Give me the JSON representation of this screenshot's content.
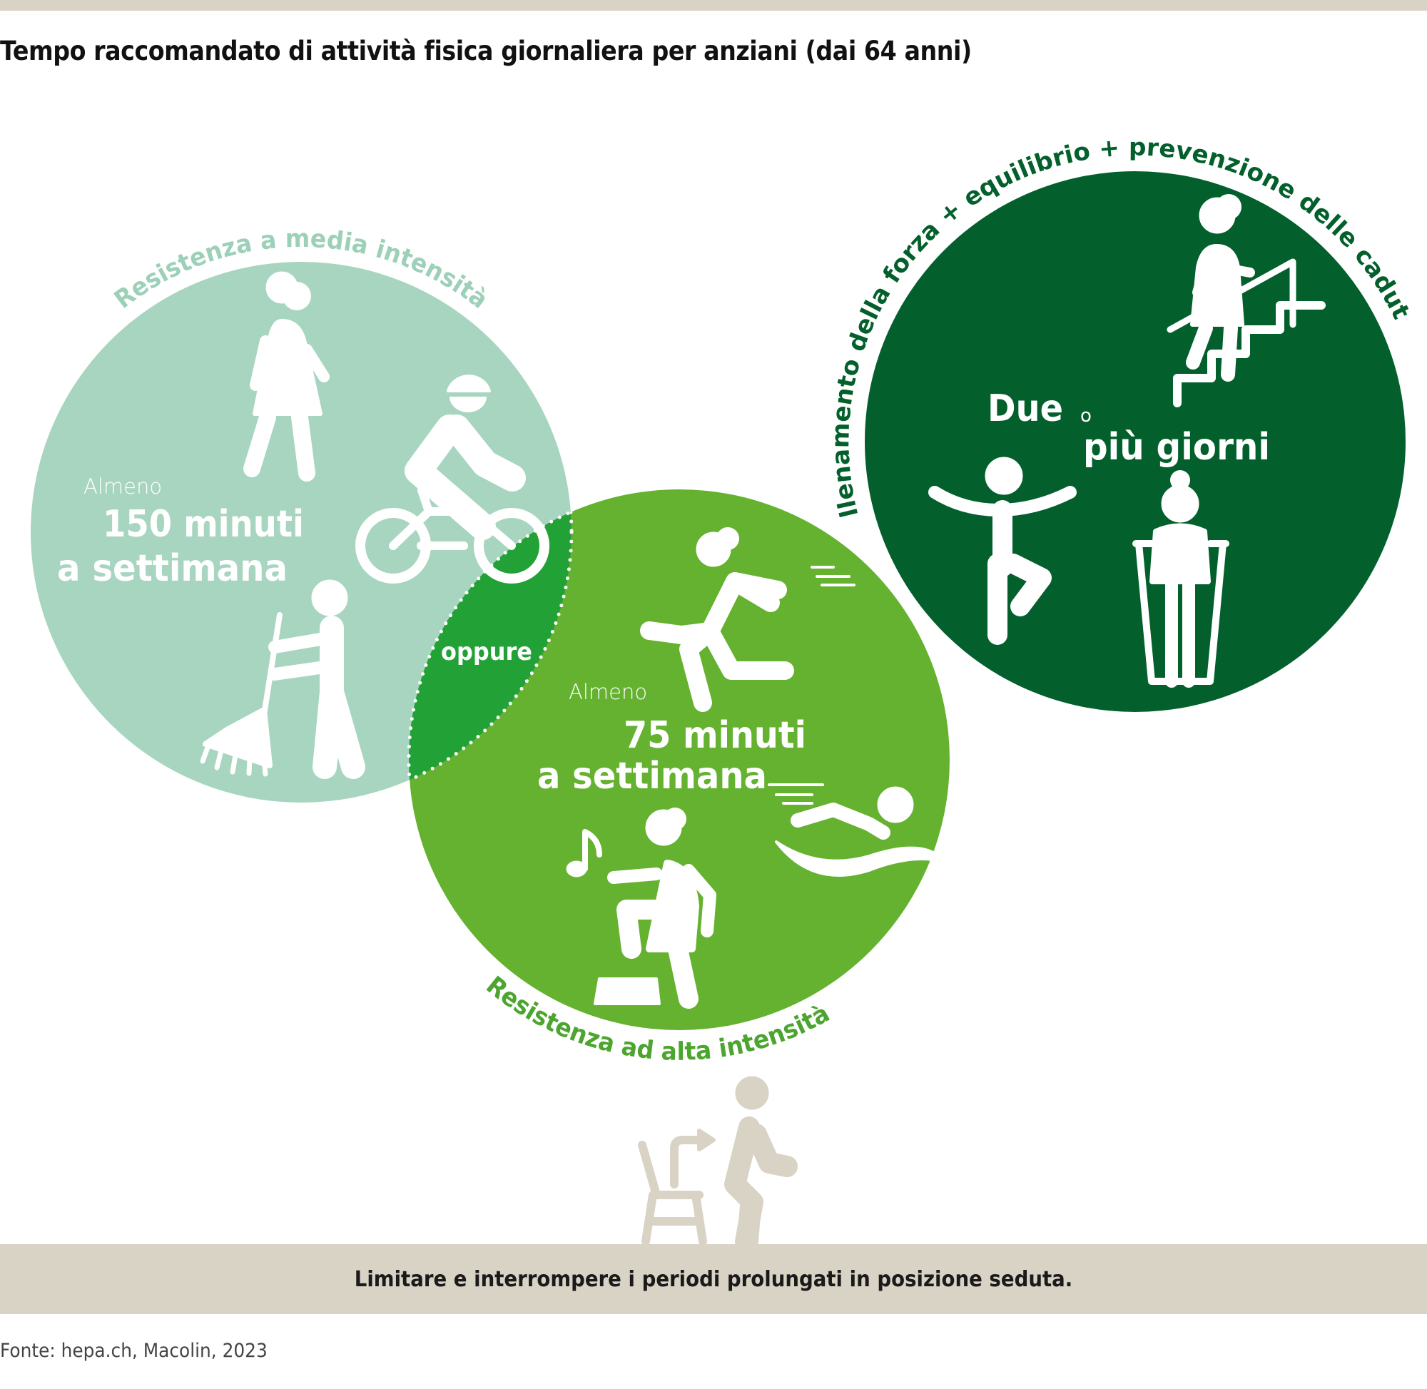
{
  "title": "Tempo raccomandato di attività fisica giornaliera per anziani (dai 64 anni)",
  "colors": {
    "moderate": "#a8d5c0",
    "vigorous": "#64b22f",
    "overlap": "#22a236",
    "strength": "#03602c",
    "neutral": "#d9d3c5"
  },
  "moderate": {
    "label": "Resistenza a media intensità",
    "prefix": "Almeno",
    "amount": "150 minuti",
    "period": "a settimana",
    "icons": [
      "walking-woman-icon",
      "cyclist-icon",
      "sweeping-person-icon"
    ]
  },
  "overlap": {
    "label": "oppure"
  },
  "vigorous": {
    "label": "Resistenza ad alta intensità",
    "prefix": "Almeno",
    "amount": "75 minuti",
    "period": "a settimana",
    "icons": [
      "running-woman-icon",
      "swimmer-icon",
      "dancing-woman-icon",
      "music-note-icon"
    ]
  },
  "strength": {
    "label": "Allenamento della forza + equilibrio + prevenzione delle cadute",
    "line1": "Due",
    "connector": "o",
    "line2": "più giorni",
    "icons": [
      "woman-climbing-stairs-icon",
      "balancing-man-icon",
      "woman-with-walker-icon"
    ]
  },
  "sitting": {
    "text": "Limitare e interrompere i periodi prolungati in posizione seduta.",
    "icon": "stand-up-from-chair-icon"
  },
  "source": "Fonte: hepa.ch, Macolin, 2023"
}
